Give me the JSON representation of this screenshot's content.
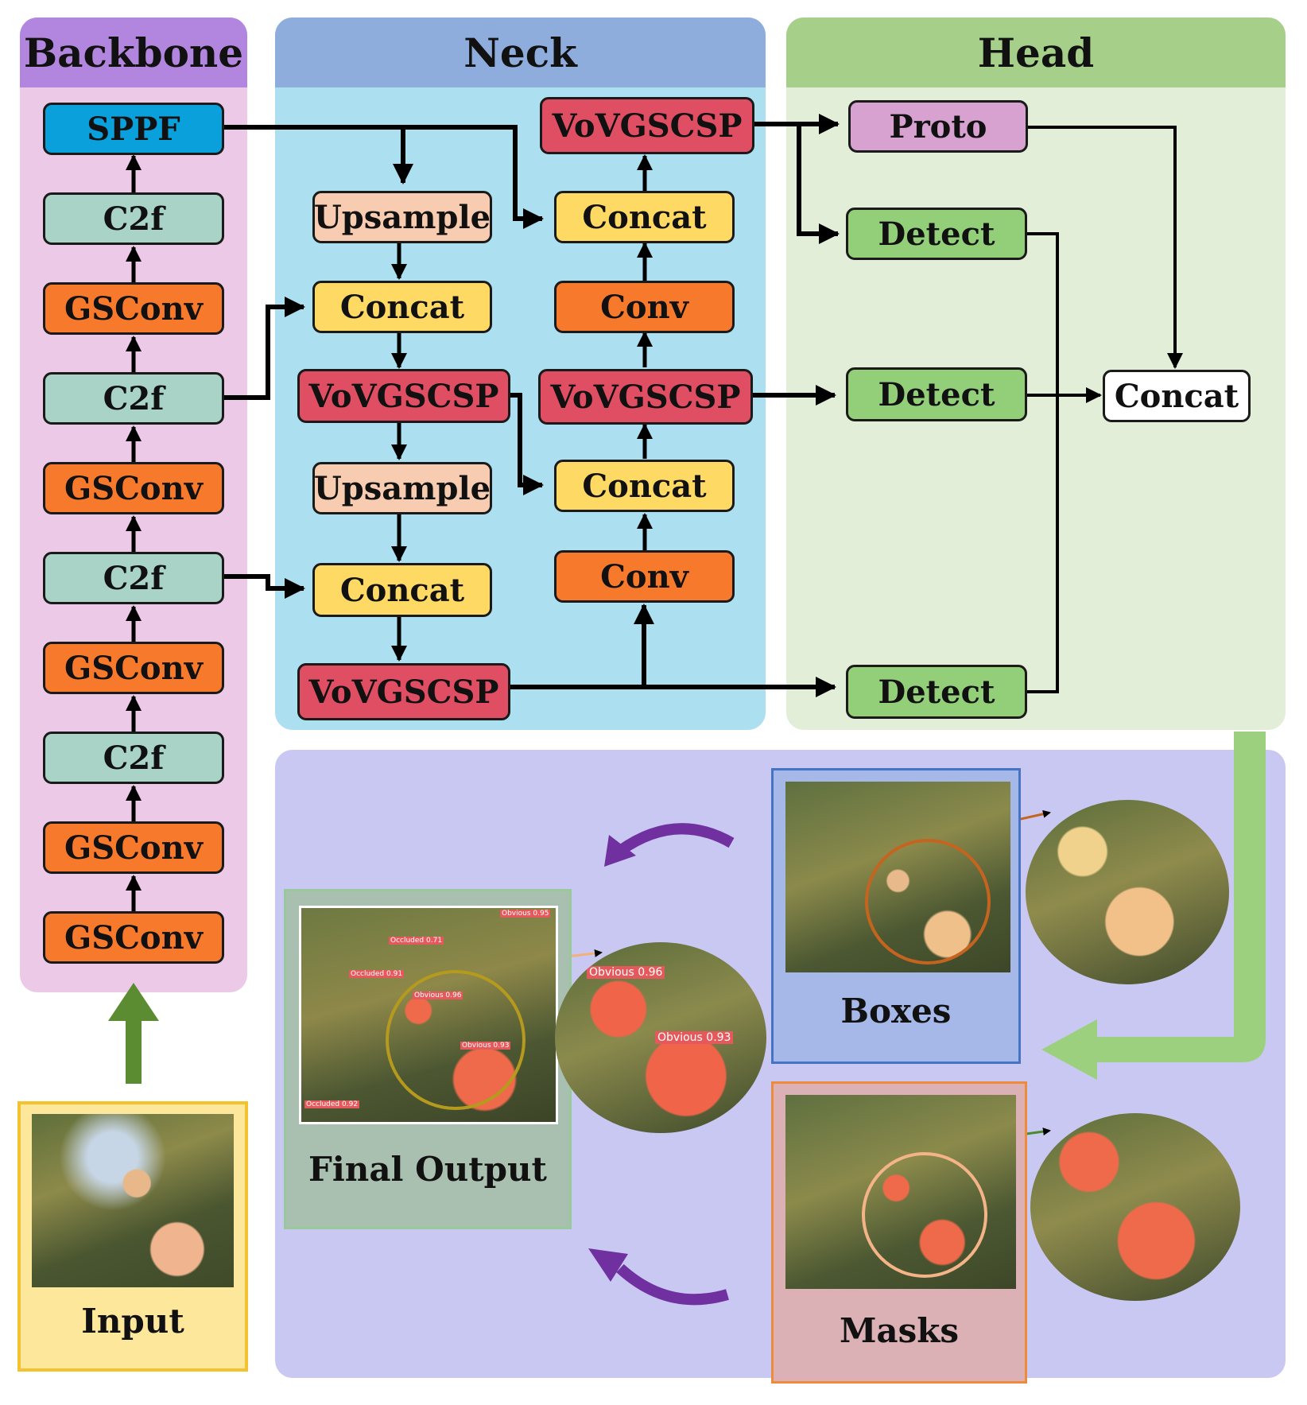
{
  "sections": {
    "backbone": "Backbone",
    "neck": "Neck",
    "head": "Head"
  },
  "backbone": {
    "sppf": "SPPF",
    "c2f_4": "C2f",
    "gsconv_5": "GSConv",
    "c2f_3": "C2f",
    "gsconv_4": "GSConv",
    "c2f_2": "C2f",
    "gsconv_3": "GSConv",
    "c2f_1": "C2f",
    "gsconv_2": "GSConv",
    "gsconv_1": "GSConv"
  },
  "neck": {
    "upsample_1": "Upsample",
    "concat_1": "Concat",
    "vovgscsp_1": "VoVGSCSP",
    "upsample_2": "Upsample",
    "concat_2": "Concat",
    "vovgscsp_2": "VoVGSCSP",
    "vovgscsp_top": "VoVGSCSP",
    "concat_top": "Concat",
    "conv_top": "Conv",
    "vovgscsp_mid": "VoVGSCSP",
    "concat_mid": "Concat",
    "conv_bottom": "Conv"
  },
  "head": {
    "proto": "Proto",
    "detect_1": "Detect",
    "detect_2": "Detect",
    "detect_3": "Detect",
    "concat": "Concat"
  },
  "output": {
    "input_label": "Input",
    "boxes_label": "Boxes",
    "masks_label": "Masks",
    "final_label": "Final Output",
    "detections": [
      {
        "label": "Occluded",
        "score": "0.71"
      },
      {
        "label": "Occluded",
        "score": "0.91"
      },
      {
        "label": "Obvious",
        "score": "0.95"
      },
      {
        "label": "Obvious",
        "score": "0.96"
      },
      {
        "label": "Obvious",
        "score": "0.93"
      },
      {
        "label": "Occluded",
        "score": "0.92"
      }
    ],
    "zoom_detections": [
      {
        "label": "Obvious",
        "score": "0.96"
      },
      {
        "label": "Obvious",
        "score": "0.93"
      }
    ]
  },
  "colors": {
    "backbone_panel": "#ecc9e7",
    "backbone_header": "#b286de",
    "neck_panel": "#acdff0",
    "neck_header": "#8eaddc",
    "head_panel": "#e2eed8",
    "head_header": "#a6d08a",
    "output_panel": "#c9c8f3",
    "flow_arrow_green": "#9dd07e",
    "curved_arrow_purple": "#7030a0"
  }
}
